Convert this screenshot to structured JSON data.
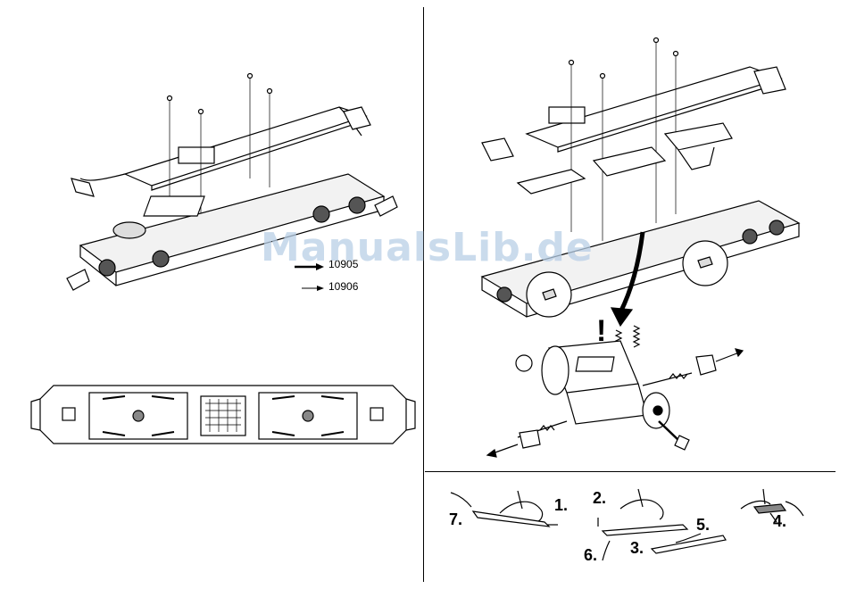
{
  "left_panel": {
    "model_numbers": [
      "10905",
      "10906"
    ]
  },
  "right_panel": {
    "warning_mark": "!"
  },
  "steps_panel": {
    "steps": [
      "1.",
      "2.",
      "3.",
      "4.",
      "5.",
      "6.",
      "7."
    ]
  },
  "watermark": "ManualsLib.de"
}
